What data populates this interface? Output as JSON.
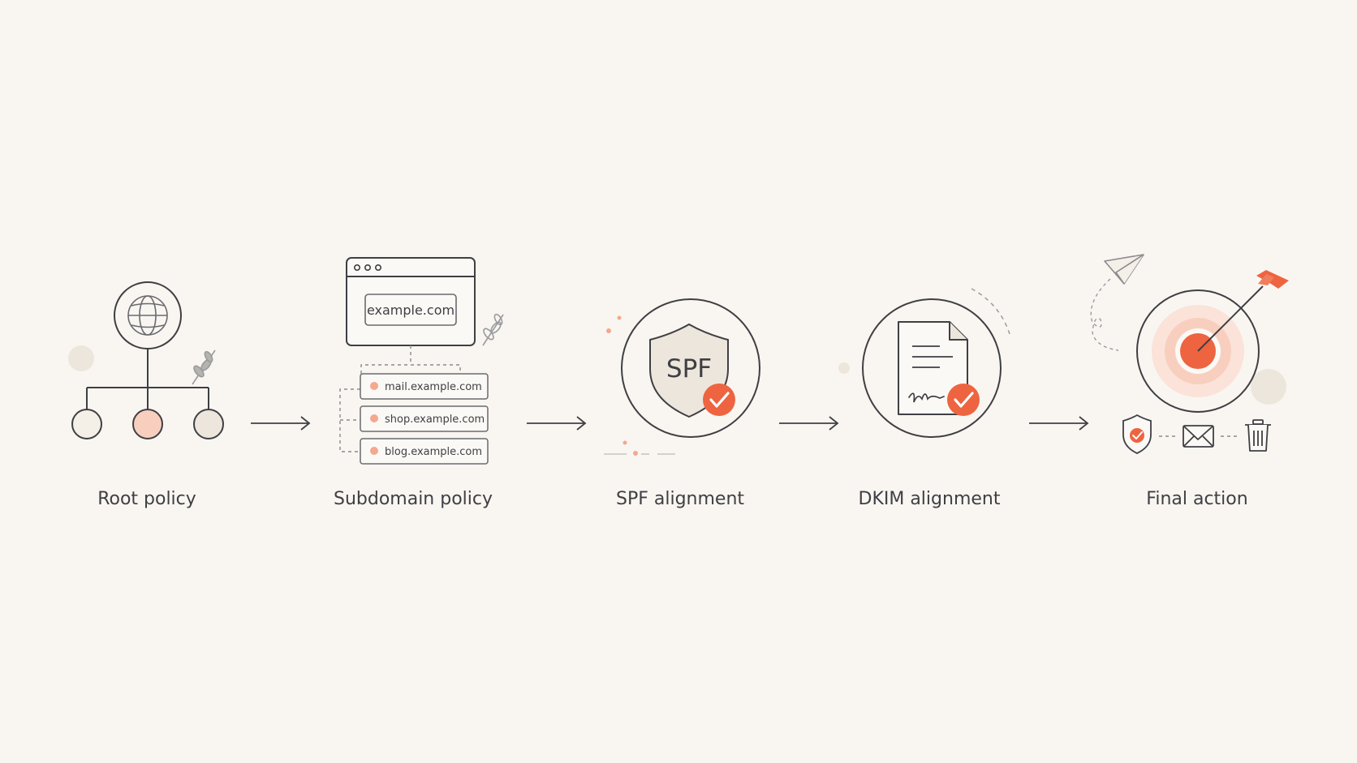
{
  "colors": {
    "background": "#f9f6f1",
    "stroke": "#3f3f44",
    "accent": "#ee6440",
    "accent_soft": "#f8cfbe",
    "neutral_fill": "#ece6dc",
    "dashed": "#8a8a8f"
  },
  "steps": [
    {
      "id": "root",
      "label": "Root policy",
      "icon": "globe-hierarchy-icon"
    },
    {
      "id": "subdomain",
      "label": "Subdomain policy",
      "icon": "browser-subdomains-icon"
    },
    {
      "id": "spf",
      "label": "SPF alignment",
      "icon": "shield-check-icon"
    },
    {
      "id": "dkim",
      "label": "DKIM alignment",
      "icon": "signed-document-check-icon"
    },
    {
      "id": "final",
      "label": "Final action",
      "icon": "target-arrow-icon"
    }
  ],
  "subdomain": {
    "domain": "example.com",
    "children": [
      "mail.example.com",
      "shop.example.com",
      "blog.example.com"
    ]
  },
  "spf": {
    "shield_text": "SPF"
  },
  "final": {
    "actions": [
      "shield-check-icon",
      "envelope-icon",
      "trash-icon"
    ]
  }
}
